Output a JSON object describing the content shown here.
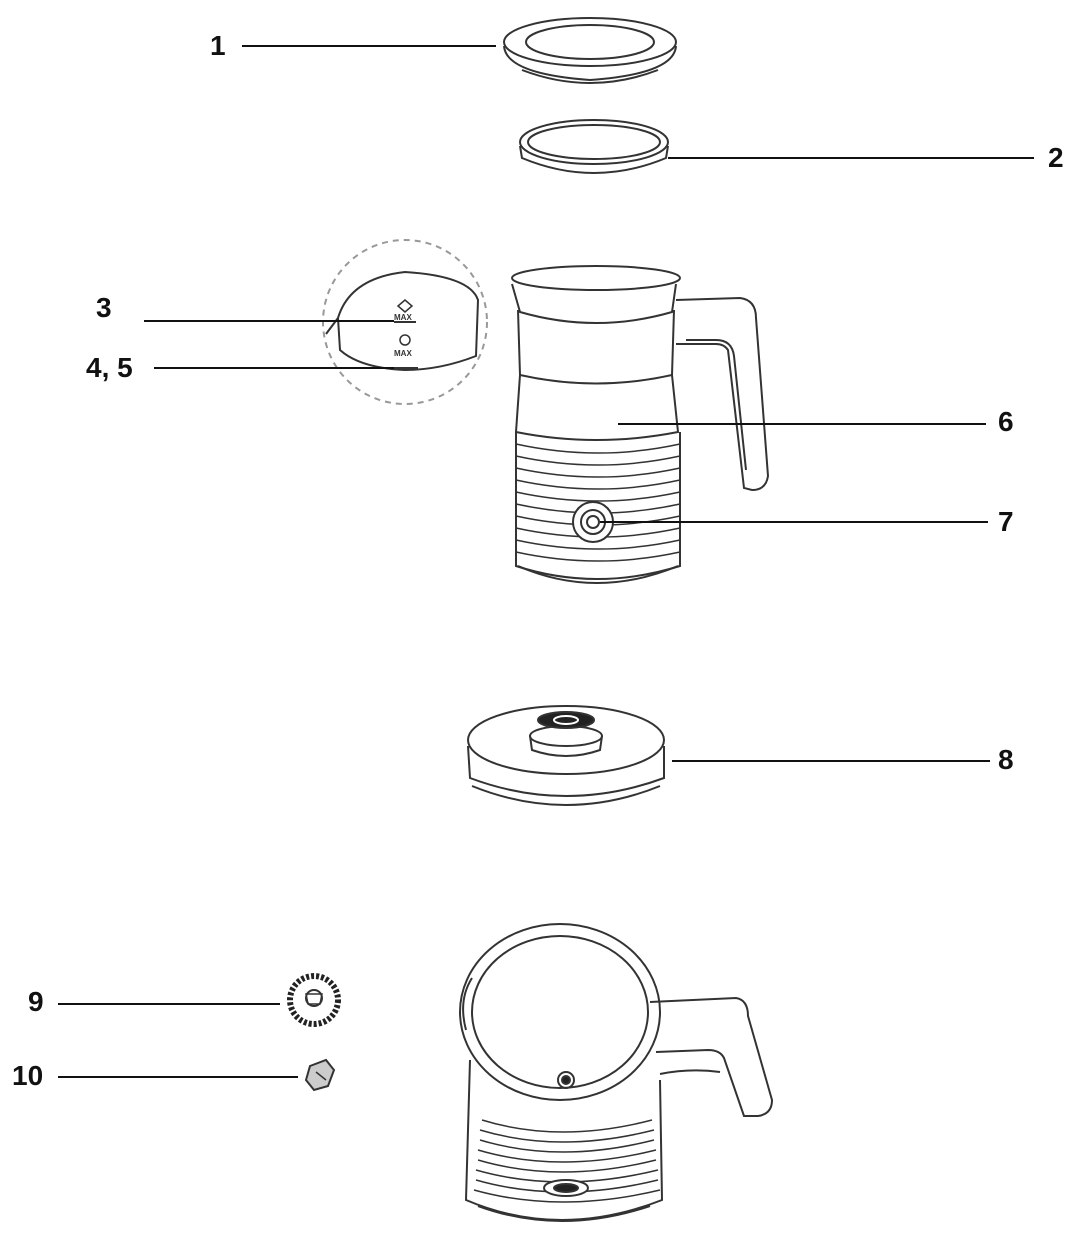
{
  "callouts": [
    {
      "id": "1",
      "text": "1"
    },
    {
      "id": "2",
      "text": "2"
    },
    {
      "id": "3",
      "text": "3"
    },
    {
      "id": "4-5",
      "text": "4, 5"
    },
    {
      "id": "6",
      "text": "6"
    },
    {
      "id": "7",
      "text": "7"
    },
    {
      "id": "8",
      "text": "8"
    },
    {
      "id": "9",
      "text": "9"
    },
    {
      "id": "10",
      "text": "10"
    }
  ],
  "markings": {
    "max_upper": "MAX",
    "max_lower": "MAX"
  },
  "colors": {
    "line": "#111111",
    "stroke": "#333333",
    "dashed_circle": "#999999",
    "dark_part": "#222222"
  }
}
